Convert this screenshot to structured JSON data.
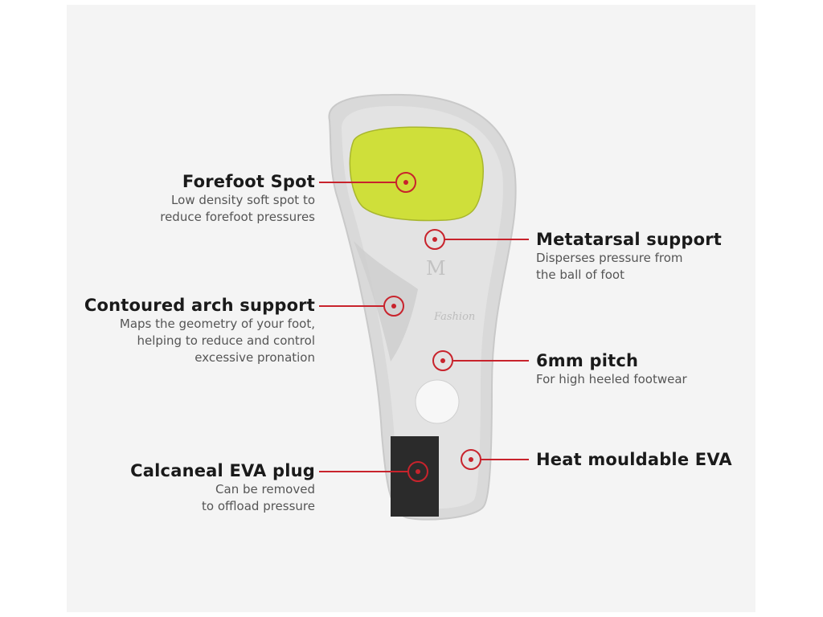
{
  "insole": {
    "imprint_size": "M",
    "imprint_brand": "Fashion"
  },
  "callouts": {
    "forefoot": {
      "title": "Forefoot Spot",
      "desc": [
        "Low density soft spot to",
        "reduce forefoot pressures"
      ]
    },
    "arch": {
      "title": "Contoured arch support",
      "desc": [
        "Maps the geometry of your foot,",
        "helping to reduce and control",
        "excessive pronation"
      ]
    },
    "calcaneal": {
      "title": "Calcaneal EVA plug",
      "desc": [
        "Can be removed",
        "to offload pressure"
      ]
    },
    "metatarsal": {
      "title": "Metatarsal support",
      "desc": [
        "Disperses pressure from",
        "the ball of foot"
      ]
    },
    "pitch": {
      "title": "6mm pitch",
      "desc": [
        "For high heeled footwear"
      ]
    },
    "heat": {
      "title": "Heat mouldable EVA",
      "desc": []
    }
  },
  "colors": {
    "marker": "#c8232c",
    "forefoot_pad": "#cfdf3a",
    "heel_plug": "#2b2b2b",
    "insole": "#d9d9d9"
  }
}
